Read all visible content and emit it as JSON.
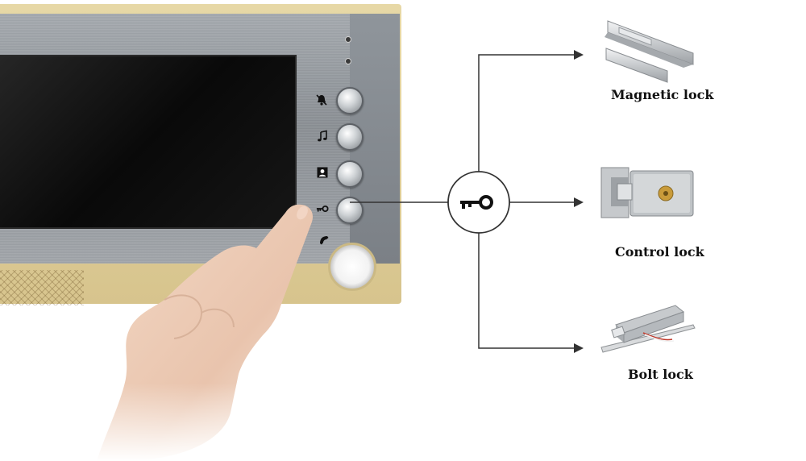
{
  "icons": {
    "panel_buttons": [
      "bell-mute-icon",
      "music-note-icon",
      "contact-icon",
      "key-icon",
      "phone-icon"
    ],
    "hub": "key-icon"
  },
  "devices": [
    {
      "label": "Magnetic lock"
    },
    {
      "label": "Control lock"
    },
    {
      "label": "Bolt lock"
    }
  ],
  "colors": {
    "panel_gold": "#d9c68f",
    "face_silver": "#9a9fa4",
    "screen": "#111111",
    "connector": "#333333"
  }
}
